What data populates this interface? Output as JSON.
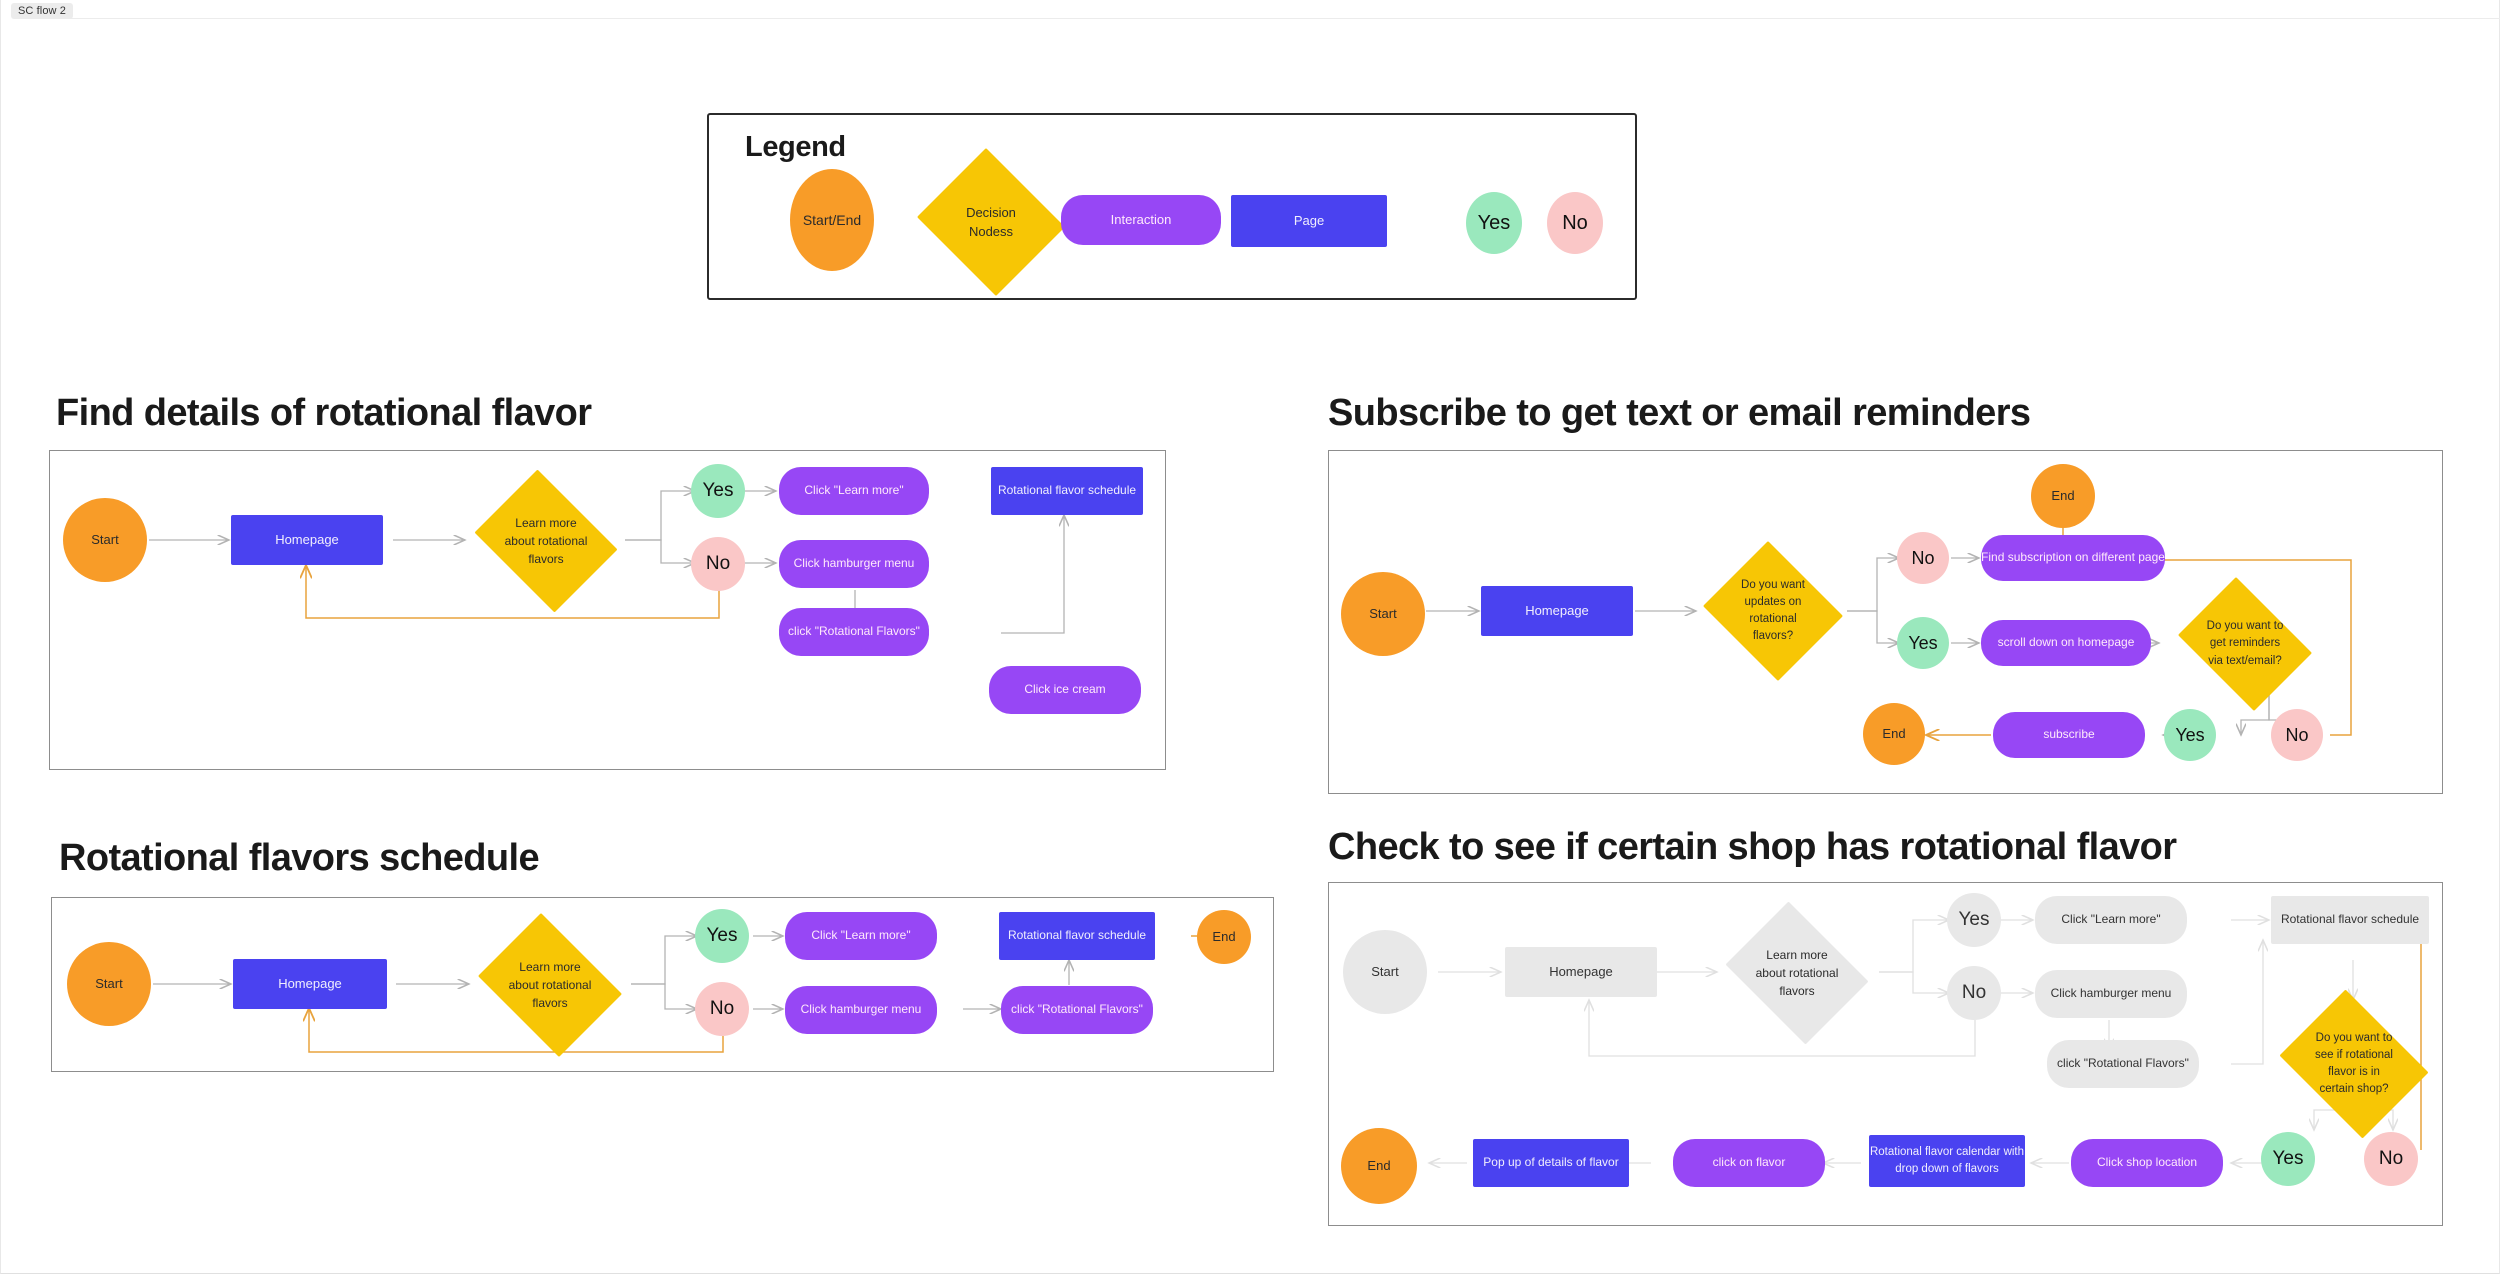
{
  "frame": {
    "label": "SC flow 2"
  },
  "legend": {
    "title": "Legend",
    "items": [
      {
        "label": "Start/End",
        "shape": "ellipse",
        "color": "#f89c28"
      },
      {
        "label_line1": "Decision",
        "label_line2": "Nodess",
        "shape": "diamond",
        "color": "#f7c605"
      },
      {
        "label": "Interaction",
        "shape": "rounded",
        "color": "#9747f5"
      },
      {
        "label": "Page",
        "shape": "rect",
        "color": "#4a42f0"
      },
      {
        "label": "Yes",
        "shape": "ellipse",
        "color": "#9ae8bd"
      },
      {
        "label": "No",
        "shape": "ellipse",
        "color": "#fac7c7"
      }
    ]
  },
  "flows": [
    {
      "title": "Find details of rotational flavor",
      "nodes": {
        "start": "Start",
        "homepage": "Homepage",
        "decision_l1": "Learn more",
        "decision_l2": "about rotational",
        "decision_l3": "flavors",
        "yes": "Yes",
        "no": "No",
        "learn_more": "Click \"Learn more\"",
        "schedule": "Rotational flavor schedule",
        "hamburger": "Click hamburger menu",
        "rot_flavors": "click \"Rotational Flavors\"",
        "ice_cream": "Click ice cream"
      }
    },
    {
      "title": "Subscribe to get text or email reminders",
      "nodes": {
        "start": "Start",
        "homepage": "Homepage",
        "decision_l1": "Do you want",
        "decision_l2": "updates on",
        "decision_l3": "rotational",
        "decision_l4": "flavors?",
        "no": "No",
        "yes": "Yes",
        "find_sub": "Find subscription on different page",
        "end_top": "End",
        "scroll": "scroll down on homepage",
        "decision2_l1": "Do you want to",
        "decision2_l2": "get reminders",
        "decision2_l3": "via text/email?",
        "yes2": "Yes",
        "no2": "No",
        "subscribe": "subscribe",
        "end_bottom": "End"
      }
    },
    {
      "title": "Rotational flavors schedule",
      "nodes": {
        "start": "Start",
        "homepage": "Homepage",
        "decision_l1": "Learn more",
        "decision_l2": "about rotational",
        "decision_l3": "flavors",
        "yes": "Yes",
        "no": "No",
        "learn_more": "Click \"Learn more\"",
        "schedule": "Rotational flavor schedule",
        "end": "End",
        "hamburger": "Click hamburger menu",
        "rot_flavors": "click \"Rotational Flavors\""
      }
    },
    {
      "title": "Check to see if certain shop has rotational flavor",
      "nodes": {
        "start": "Start",
        "homepage": "Homepage",
        "decision_l1": "Learn more",
        "decision_l2": "about rotational",
        "decision_l3": "flavors",
        "yes": "Yes",
        "no": "No",
        "learn_more": "Click \"Learn more\"",
        "schedule": "Rotational flavor schedule",
        "hamburger": "Click hamburger menu",
        "rot_flavors": "click \"Rotational Flavors\"",
        "decision2_l1": "Do you want to",
        "decision2_l2": "see if rotational",
        "decision2_l3": "flavor is in",
        "decision2_l4": "certain shop?",
        "yes2": "Yes",
        "no2": "No",
        "shop_location": "Click shop location",
        "calendar_l1": "Rotational flavor calendar with",
        "calendar_l2": "drop down of flavors",
        "click_flavor": "click on flavor",
        "popup": "Pop up of details of flavor",
        "end": "End"
      }
    }
  ]
}
